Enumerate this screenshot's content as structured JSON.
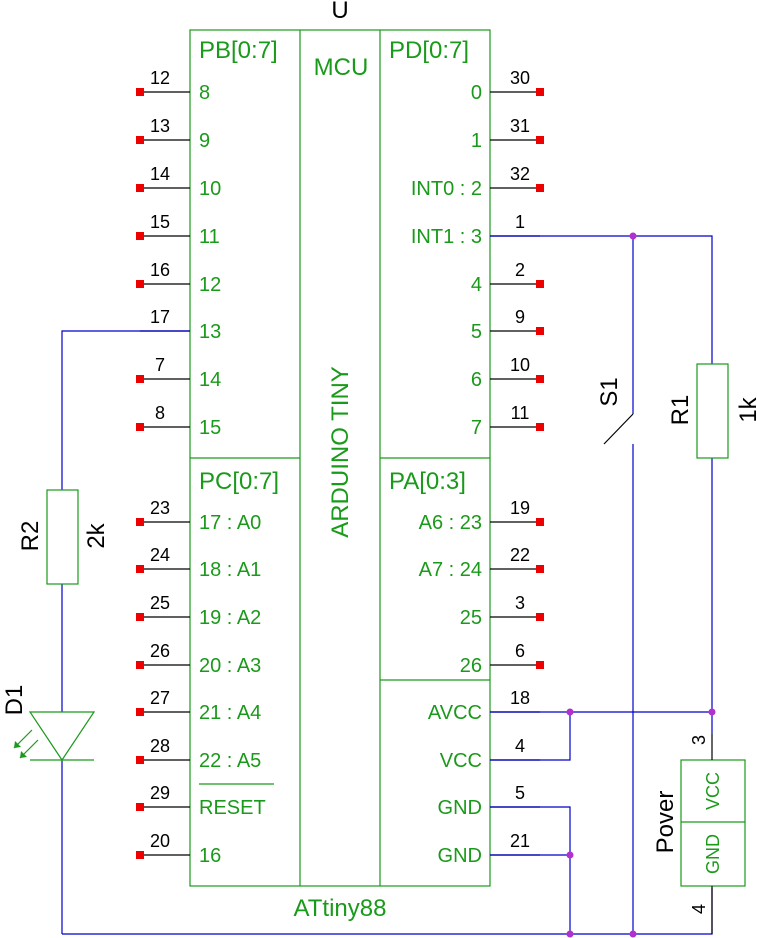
{
  "mcu": {
    "ref": "U",
    "header_label": "MCU",
    "value": "ATtiny88",
    "body_label": "ARDUINO TINY",
    "port_b": "PB[0:7]",
    "port_d": "PD[0:7]",
    "port_c": "PC[0:7]",
    "port_a": "PA[0:3]",
    "left_pins": [
      {
        "num": "12",
        "name": "8"
      },
      {
        "num": "13",
        "name": "9"
      },
      {
        "num": "14",
        "name": "10"
      },
      {
        "num": "15",
        "name": "11"
      },
      {
        "num": "16",
        "name": "12"
      },
      {
        "num": "17",
        "name": "13"
      },
      {
        "num": "7",
        "name": "14"
      },
      {
        "num": "8",
        "name": "15"
      },
      {
        "num": "23",
        "name": "17 : A0"
      },
      {
        "num": "24",
        "name": "18 : A1"
      },
      {
        "num": "25",
        "name": "19 : A2"
      },
      {
        "num": "26",
        "name": "20 : A3"
      },
      {
        "num": "27",
        "name": "21 : A4"
      },
      {
        "num": "28",
        "name": "22 : A5"
      },
      {
        "num": "29",
        "name": "RESET"
      },
      {
        "num": "20",
        "name": "16"
      }
    ],
    "right_pins": [
      {
        "num": "30",
        "name": "0"
      },
      {
        "num": "31",
        "name": "1"
      },
      {
        "num": "32",
        "name": "INT0 : 2"
      },
      {
        "num": "1",
        "name": "INT1 : 3"
      },
      {
        "num": "2",
        "name": "4"
      },
      {
        "num": "9",
        "name": "5"
      },
      {
        "num": "10",
        "name": "6"
      },
      {
        "num": "11",
        "name": "7"
      },
      {
        "num": "19",
        "name": "A6 : 23"
      },
      {
        "num": "22",
        "name": "A7 : 24"
      },
      {
        "num": "3",
        "name": "25"
      },
      {
        "num": "6",
        "name": "26"
      },
      {
        "num": "18",
        "name": "AVCC"
      },
      {
        "num": "4",
        "name": "VCC"
      },
      {
        "num": "5",
        "name": "GND"
      },
      {
        "num": "21",
        "name": "GND"
      }
    ]
  },
  "components": {
    "s1": "S1",
    "r1_ref": "R1",
    "r1_value": "1k",
    "r2_ref": "R2",
    "r2_value": "2k",
    "d1_ref": "D1",
    "power_ref": "Pover",
    "power_vcc": "VCC",
    "power_gnd": "GND",
    "power_pin_vcc": "3",
    "power_pin_gnd": "4"
  },
  "colors": {
    "symbol": "#1a9a1a",
    "wire": "#0000c8",
    "no_connect": "#ee0000",
    "junction": "#b030d0"
  }
}
